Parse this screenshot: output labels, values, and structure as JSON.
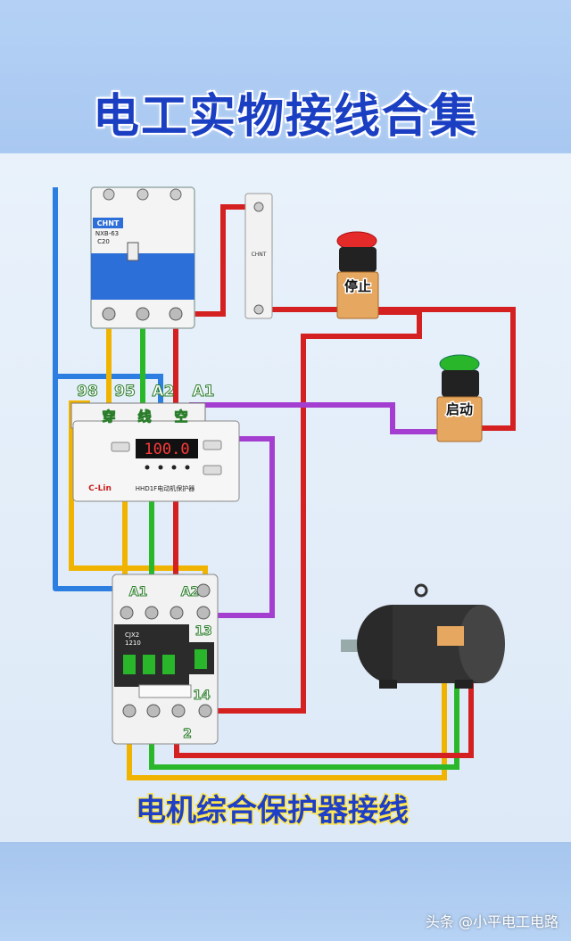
{
  "title": "电工实物接线合集",
  "subtitle": "电机综合保护器接线",
  "breaker": {
    "brand": "CHNT",
    "model": "NXB-63",
    "rating": "C20"
  },
  "relay_module": {
    "brand": "CHNT"
  },
  "buttons": {
    "stop": "停止",
    "start": "启动"
  },
  "protector": {
    "terminals": {
      "t98": "98",
      "t95": "95",
      "a2": "A2",
      "a1": "A1"
    },
    "holes": {
      "h1": "穿",
      "h2": "线",
      "h3": "空"
    },
    "display": "100.0",
    "brand": "C-Lin",
    "model": "HHD1F电动机保护器"
  },
  "contactor": {
    "model": "CJX2",
    "code": "1210",
    "t_a1": "A1",
    "t_a2": "A2",
    "t13": "13",
    "t14": "14",
    "t2": "2"
  },
  "watermark": "头条 @小平电工电路",
  "colors": {
    "phase_a": "#f0b400",
    "phase_b": "#2ab82a",
    "phase_c": "#d42020",
    "neutral": "#2c7fe0",
    "control": "#a43ed0",
    "title": "#1b3fc2"
  }
}
